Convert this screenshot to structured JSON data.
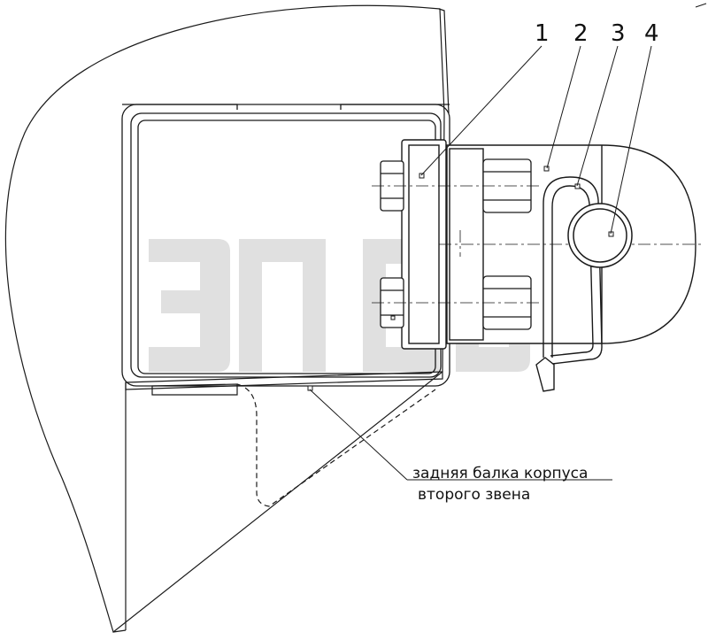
{
  "callouts": [
    "1",
    "2",
    "3",
    "4"
  ],
  "caption": {
    "line1": "задняя балка корпуса",
    "line2": "второго звена"
  },
  "watermark": {
    "mark": "™"
  },
  "colors": {
    "line": "#1a1a1a",
    "watermark": "#cfcfcf",
    "background": "#ffffff"
  }
}
